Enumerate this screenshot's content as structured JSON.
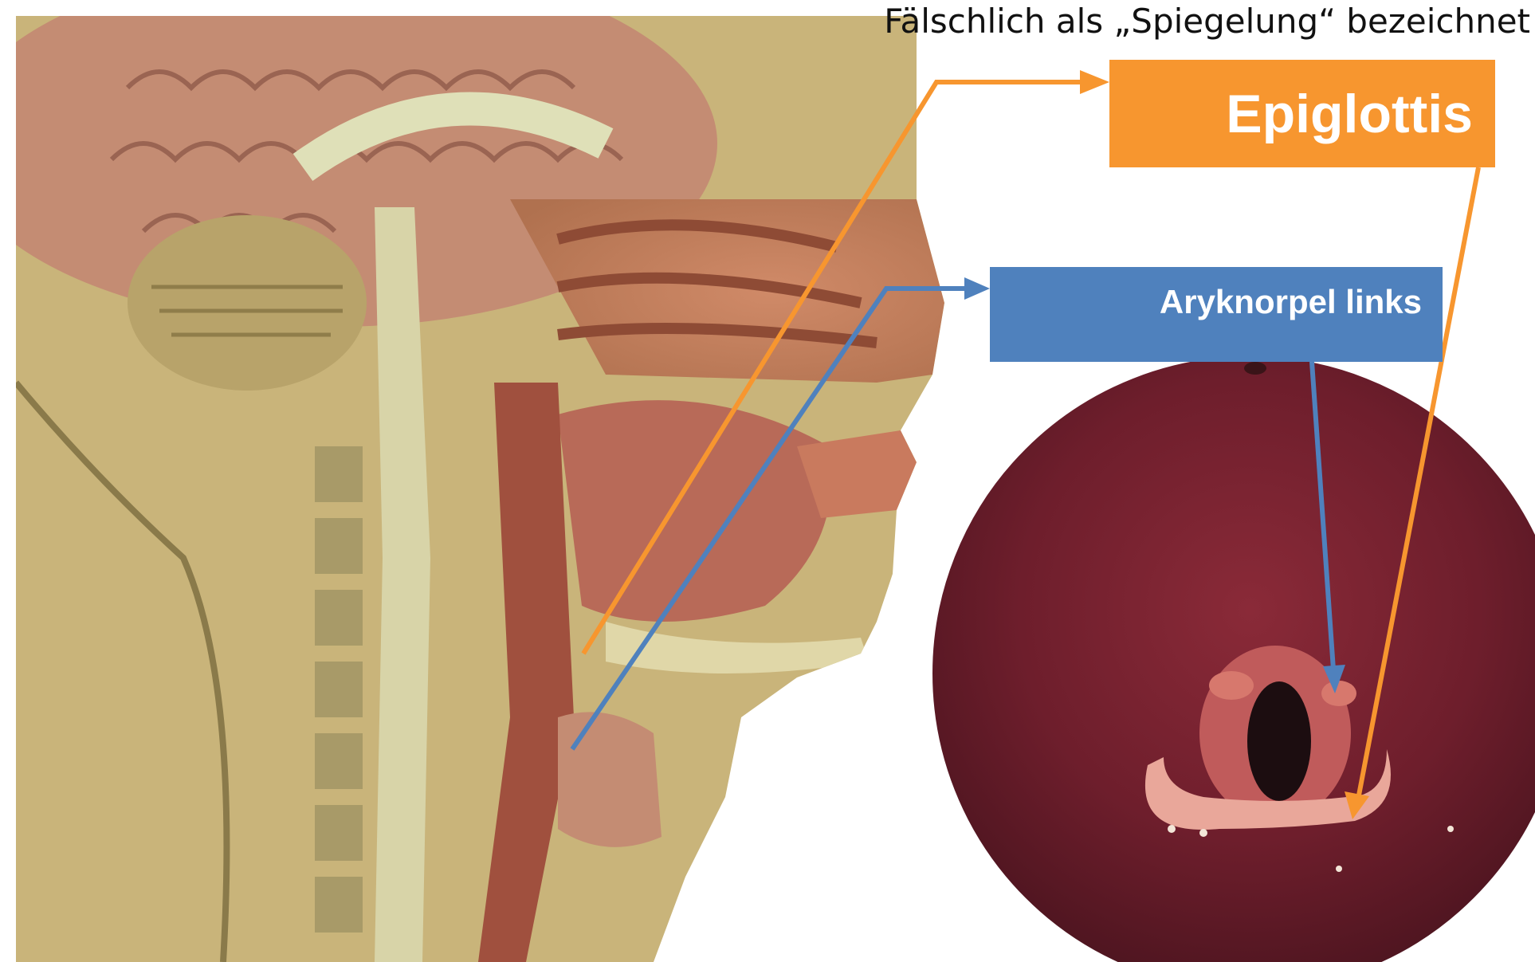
{
  "caption": "Fälschlich als „Spiegelung“ bezeichnet",
  "labels": {
    "epiglottis": "Epiglottis",
    "aryknorpel": "Aryknorpel links"
  },
  "colors": {
    "epiglottis_accent": "#F7962F",
    "aryknorpel_accent": "#4F81BD",
    "background": "#FFFFFF",
    "caption_text": "#111111"
  }
}
